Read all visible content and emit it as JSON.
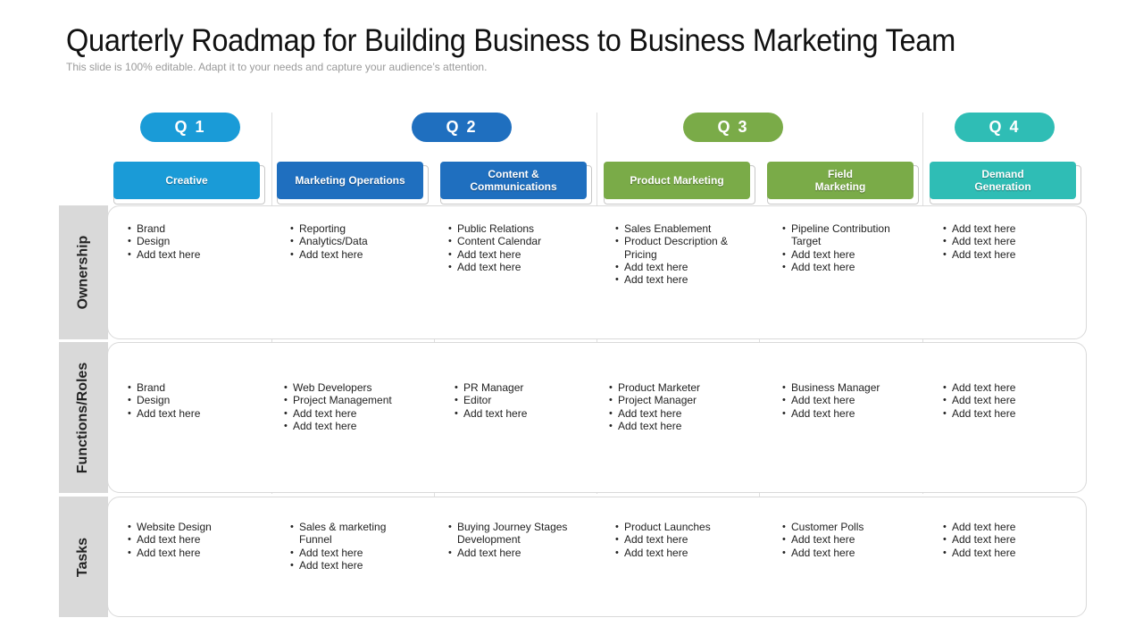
{
  "title": "Quarterly Roadmap for Building Business to Business Marketing Team",
  "subtitle": "This slide is 100% editable. Adapt it to your needs and capture your audience’s attention.",
  "colors": {
    "blue_light": "#1a9bd7",
    "blue_dark": "#1f6fbf",
    "green": "#7aab48",
    "teal": "#2fbdb5",
    "label_gray": "#d9d9d9"
  },
  "quarters": [
    {
      "label": "Q 1",
      "color": "#1a9bd7"
    },
    {
      "label": "Q 2",
      "color": "#1f6fbf"
    },
    {
      "label": "Q 3",
      "color": "#7aab48"
    },
    {
      "label": "Q 4",
      "color": "#2fbdb5"
    }
  ],
  "departments": [
    {
      "label": "Creative",
      "color": "#1a9bd7"
    },
    {
      "label": "Marketing Operations",
      "color": "#1f6fbf"
    },
    {
      "label": "Content &\nCommunications",
      "color": "#1f6fbf"
    },
    {
      "label": "Product Marketing",
      "color": "#7aab48"
    },
    {
      "label": "Field\nMarketing",
      "color": "#7aab48"
    },
    {
      "label": "Demand\nGeneration",
      "color": "#2fbdb5"
    }
  ],
  "rows": [
    {
      "label": "Ownership",
      "cells": [
        [
          "Brand",
          "Design",
          "Add text here"
        ],
        [
          "Reporting",
          "Analytics/Data",
          "Add text here"
        ],
        [
          "Public Relations",
          "Content Calendar",
          "Add text here",
          "Add text here"
        ],
        [
          "Sales Enablement",
          "Product Description & Pricing",
          "Add text here",
          "Add text here"
        ],
        [
          "Pipeline Contribution Target",
          "Add text here",
          "Add text here"
        ],
        [
          "Add text here",
          "Add text here",
          "Add text here"
        ]
      ]
    },
    {
      "label": "Functions/Roles",
      "cells": [
        [
          "Brand",
          "Design",
          "Add text here"
        ],
        [
          "Web Developers",
          "Project Management",
          "Add text here",
          "Add text here"
        ],
        [
          "PR Manager",
          "Editor",
          "Add text here"
        ],
        [
          "Product Marketer",
          "Project Manager",
          "Add text here",
          "Add text here"
        ],
        [
          "Business Manager",
          "Add text here",
          "Add text here"
        ],
        [
          "Add text here",
          "Add text here",
          "Add text here"
        ]
      ]
    },
    {
      "label": "Tasks",
      "cells": [
        [
          "Website Design",
          "Add text here",
          "Add text here"
        ],
        [
          "Sales & marketing Funnel",
          "Add text here",
          "Add text here"
        ],
        [
          "Buying Journey Stages Development",
          "Add text here"
        ],
        [
          "Product Launches",
          "Add text here",
          "Add text here"
        ],
        [
          "Customer Polls",
          "Add text here",
          "Add text here"
        ],
        [
          "Add text here",
          "Add text here",
          "Add text here"
        ]
      ]
    }
  ]
}
